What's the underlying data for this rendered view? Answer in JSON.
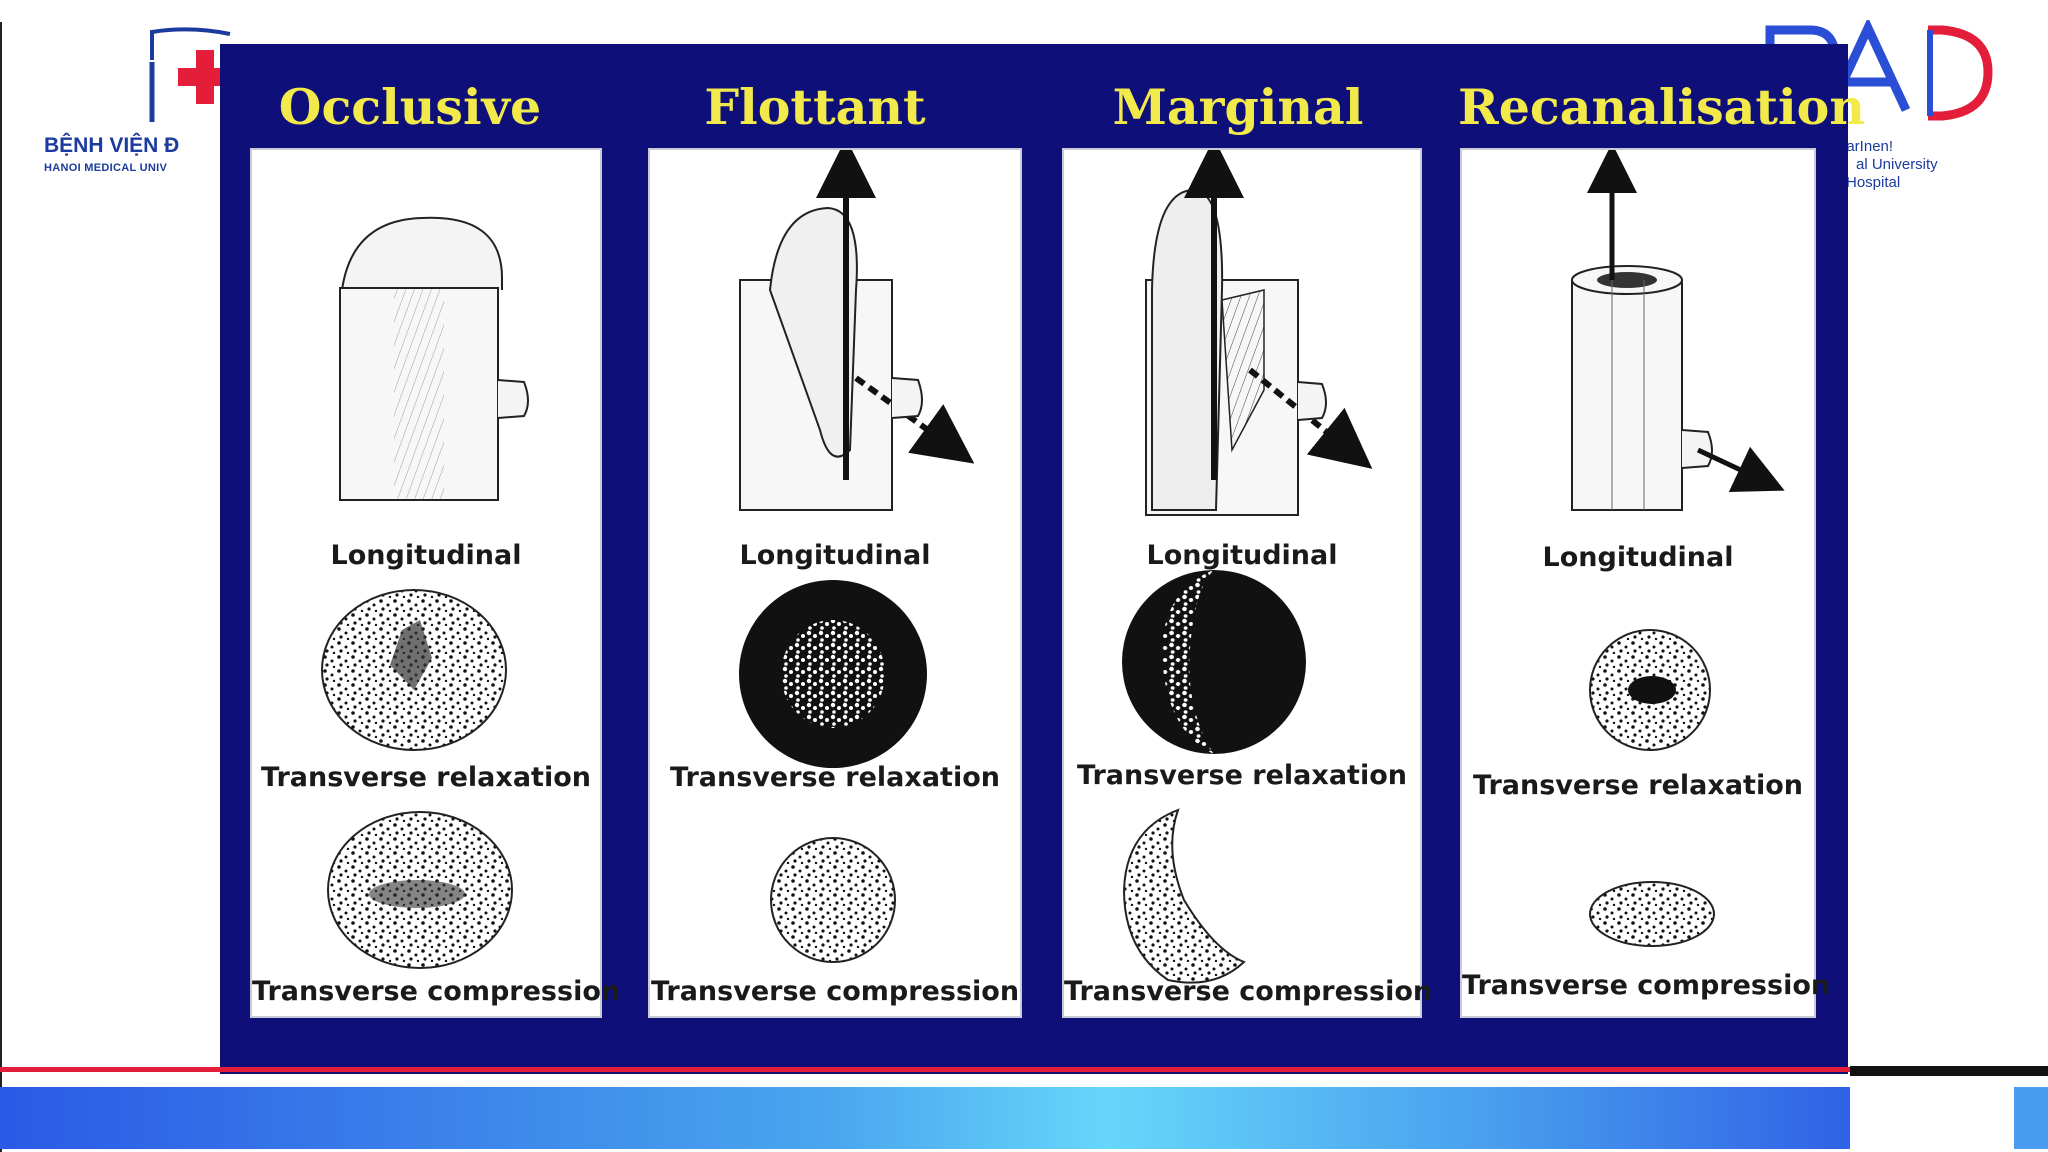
{
  "logo_left": {
    "name": "BỆNH VIỆN Đ",
    "subtitle": "HANOI MEDICAL UNIV"
  },
  "logo_right": {
    "mark": "RAD",
    "line1": "oarInen!",
    "line2": "al University",
    "line3": "Hospital"
  },
  "colors": {
    "slide_bg": "#0f0f7a",
    "title_yellow": "#f2e94a",
    "panel_bg": "#ffffff",
    "accent_red": "#e41e3a",
    "accent_blue": "#1b3c9e"
  },
  "columns": [
    {
      "title": "Occlusive",
      "longitudinal": "Longitudinal",
      "relaxation": "Transverse relaxation",
      "compression": "Transverse compression"
    },
    {
      "title": "Flottant",
      "longitudinal": "Longitudinal",
      "relaxation": "Transverse relaxation",
      "compression": "Transverse compression"
    },
    {
      "title": "Marginal",
      "longitudinal": "Longitudinal",
      "relaxation": "Transverse relaxation",
      "compression": "Transverse compression"
    },
    {
      "title": "Recanalisation",
      "longitudinal": "Longitudinal",
      "relaxation": "Transverse relaxation",
      "compression": "Transverse compression"
    }
  ]
}
